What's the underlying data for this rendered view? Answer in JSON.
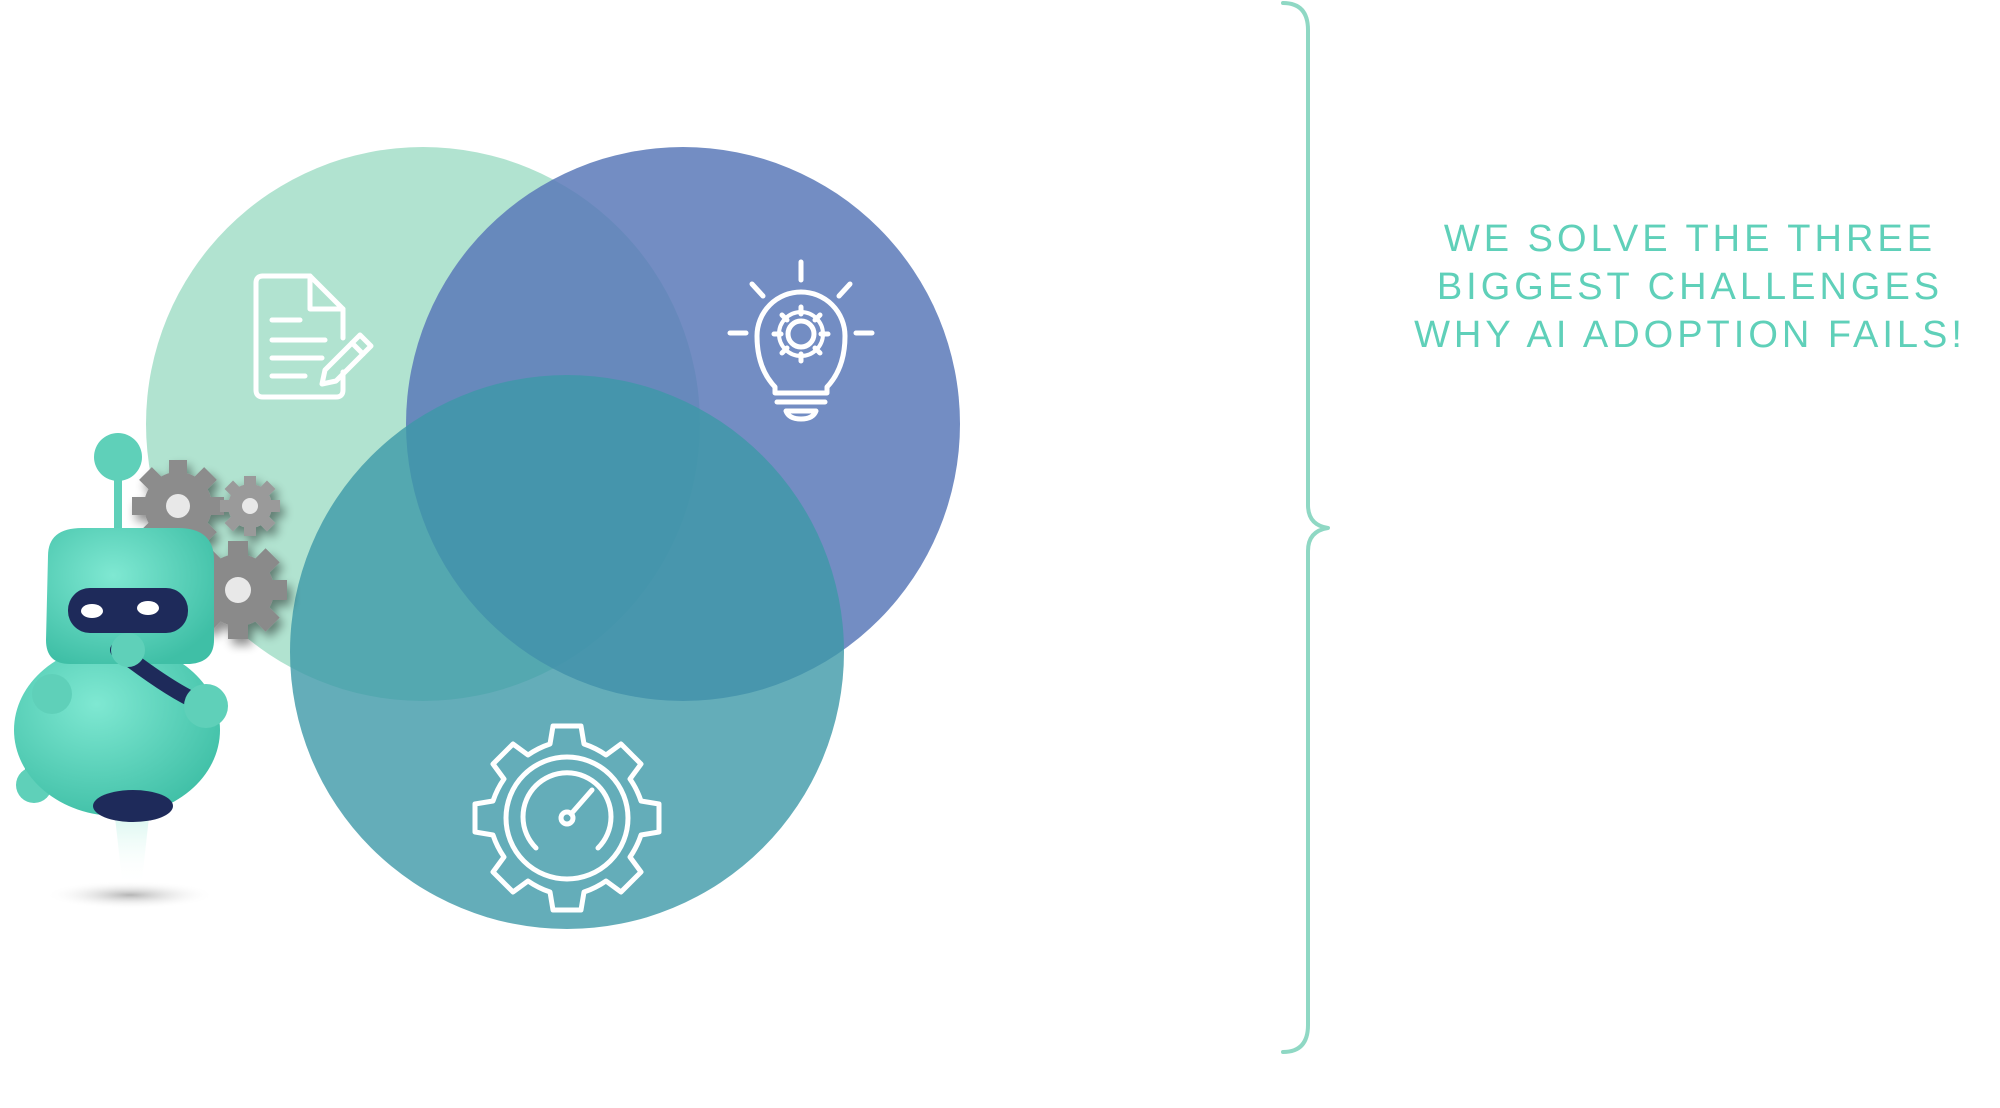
{
  "headline": {
    "lines": [
      "WE SOLVE THE THREE",
      "BIGGEST CHALLENGES",
      "WHY AI ADOPTION FAILS!"
    ]
  },
  "diagram": {
    "circles": [
      {
        "name": "document",
        "color": "#a6dfc9",
        "icon": "document-edit-icon"
      },
      {
        "name": "idea",
        "color": "#5b79b8",
        "icon": "lightbulb-gear-icon"
      },
      {
        "name": "performance",
        "color": "#3d98a8",
        "icon": "gear-gauge-icon"
      }
    ]
  },
  "colors": {
    "accent": "#5fd0b9",
    "brace": "#8fd8c4",
    "robot_body": "#5fd0b9",
    "robot_dark": "#1e2a5a"
  }
}
